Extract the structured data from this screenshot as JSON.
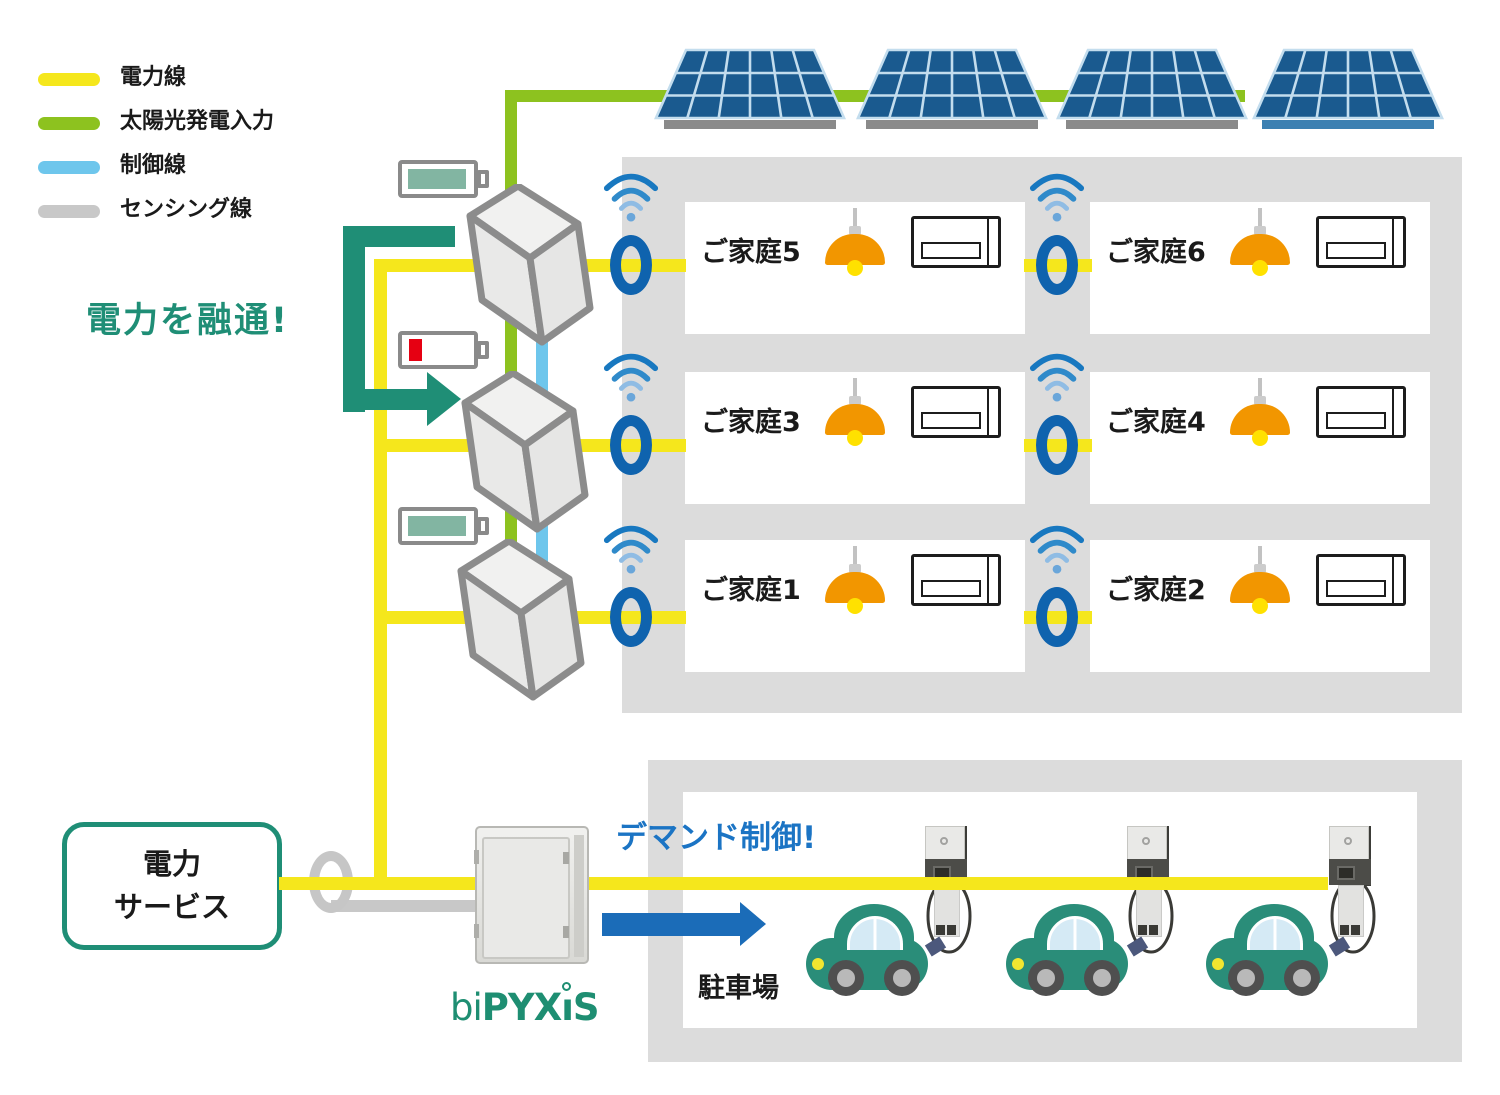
{
  "legend": {
    "items": [
      {
        "label": "電力線",
        "color": "#f5e71c"
      },
      {
        "label": "太陽光発電入力",
        "color": "#8dc21f"
      },
      {
        "label": "制御線",
        "color": "#6ec6ec"
      },
      {
        "label": "センシング線",
        "color": "#c8c8c8"
      }
    ]
  },
  "annotations": {
    "power_sharing": "電力を融通!",
    "demand_control": "デマンド制御!"
  },
  "homes": [
    {
      "label": "ご家庭5"
    },
    {
      "label": "ご家庭6"
    },
    {
      "label": "ご家庭3"
    },
    {
      "label": "ご家庭4"
    },
    {
      "label": "ご家庭1"
    },
    {
      "label": "ご家庭2"
    }
  ],
  "power_service": {
    "line1": "電力",
    "line2": "サービス"
  },
  "parking": {
    "label": "駐車場"
  },
  "logo": {
    "light": "bi",
    "bold1": "PYX",
    "dotless_i": "ı",
    "bold2": "S"
  },
  "colors": {
    "power_line": "#f5e71c",
    "solar_input_line": "#8dc21f",
    "control_line": "#6ec6ec",
    "sensing_line": "#c8c8c8",
    "teal_accent": "#1f8e76",
    "blue_accent": "#1b74c4",
    "ring_blue": "#0f63ae",
    "car_teal": "#2a8d79",
    "solar_panel": "#1a5a8f"
  }
}
